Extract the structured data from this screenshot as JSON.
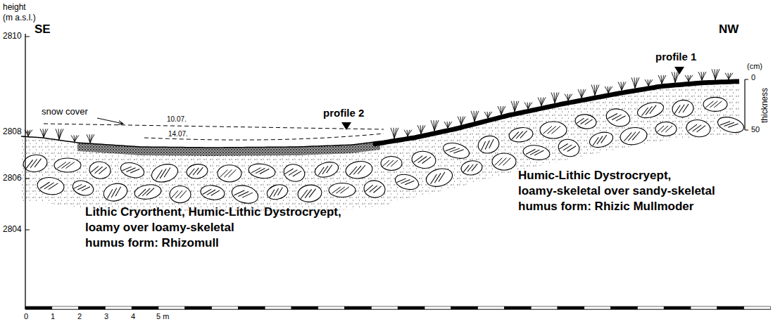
{
  "diagram": {
    "labels": [
      "height",
      "(m a.s.l.)",
      "SE",
      "NW",
      "2810",
      "2808",
      "2806",
      "2804",
      "profile 1",
      "(cm)",
      "0",
      "50",
      "thickness",
      "snow cover",
      "10.07.",
      "14.07.",
      "profile 2",
      "Lithic Cryorthent, Humic-Lithic Dystrocryept,",
      "loamy over loamy-skeletal",
      "humus form: Rhizomull",
      "Humic-Lithic Dystrocryept,",
      "loamy-skeletal over sandy-skeletal",
      "humus form: Rhizic Mullmoder",
      "0",
      "1",
      "2",
      "3",
      "4",
      "5 m"
    ]
  }
}
